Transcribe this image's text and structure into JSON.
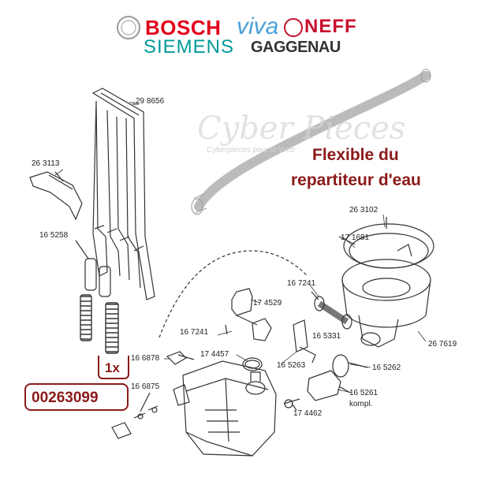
{
  "brands": {
    "bosch": "BOSCH",
    "viva": "viva",
    "neff": "NEFF",
    "siemens": "SIEMENS",
    "gaggenau": "GAGGENAU"
  },
  "watermark": {
    "text": "Cyber Pieces",
    "sub": "Cyberpieces pour le Web"
  },
  "title": {
    "line1": "Flexible du",
    "line2": "repartiteur d'eau"
  },
  "parts": [
    {
      "id": "p298656",
      "label": "29 8656"
    },
    {
      "id": "p263113",
      "label": "26 3113"
    },
    {
      "id": "p165258",
      "label": "16 5258"
    },
    {
      "id": "p263102",
      "label": "26 3102"
    },
    {
      "id": "p171681",
      "label": "17 1681"
    },
    {
      "id": "p167241a",
      "label": "16 7241"
    },
    {
      "id": "p174529",
      "label": "17 4529"
    },
    {
      "id": "p167241b",
      "label": "16 7241"
    },
    {
      "id": "p165331",
      "label": "16 5331"
    },
    {
      "id": "p267619",
      "label": "26 7619"
    },
    {
      "id": "p166878",
      "label": "16 6878"
    },
    {
      "id": "p174457",
      "label": "17 4457"
    },
    {
      "id": "p165263",
      "label": "16 5263"
    },
    {
      "id": "p165262",
      "label": "16 5262"
    },
    {
      "id": "p166875",
      "label": "16 6875"
    },
    {
      "id": "p165261",
      "label": "16 5261"
    },
    {
      "id": "p165261k",
      "label": "kompl."
    },
    {
      "id": "p174462",
      "label": "17 4462"
    }
  ],
  "quantity": "1x",
  "reference": "00263099",
  "colors": {
    "accent": "#8b1a1a",
    "line": "#333333"
  }
}
